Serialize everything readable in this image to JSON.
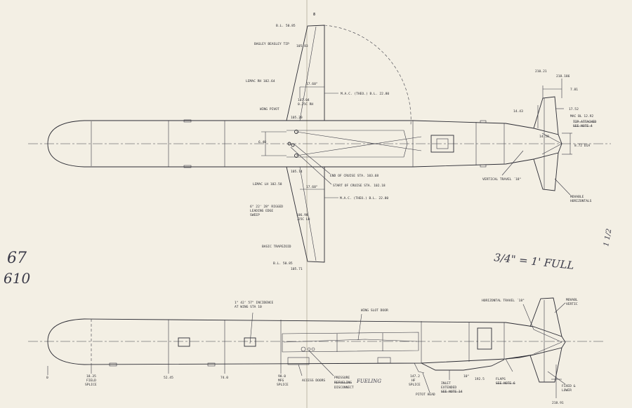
{
  "top_view": {
    "labels": {
      "tip_bl": "B.L. 50.85",
      "tip_name": "BAGLEY BEASLEY TIP",
      "tip_sta": "105.83",
      "lemac_rh": "LEMAC RH 102.64",
      "mac_top_dim": "17.60\"",
      "mac_top": "M.A.C. (THEO.) B.L. 22.80",
      "sta_107_top": "107.04",
      "pct25_top": "0.25C RH",
      "wing_pivot": "WING PIVOT",
      "sta_105_20": "105.20",
      "dim_6_40": "6.40",
      "sta_105_14": "105.14",
      "end_cruise": "END OF CRUISE STA. 103.68",
      "start_cruise": "START OF CRUISE STA. 102.18",
      "lemac_lh": "LEMAC LH 102.58",
      "mac_bot_dim": "17.60\"",
      "mac_bot": "M.A.C. (THEO.) B.L. 22.80",
      "sweep_1": "6° 22' 28\" RIGGED",
      "sweep_2": "LEADING EDGE",
      "sweep_3": "SWEEP",
      "sta_106_bot": "106.98",
      "pct25_bot": ".25C LH",
      "basic_trap": "BASIC TRAPEZOID",
      "root_bl": "B.L. 50.85",
      "root_sta": "105.71",
      "t_210_21": "210.21",
      "t_218_186": "218.186",
      "t_7_81": "7.81",
      "t_14_43": "14.43",
      "t_17_52": "17.52",
      "t_mac": "MAC BL 12.92",
      "t_struck_1": "TIP ATTACHED",
      "t_struck_2": "SEE NOTE 4",
      "t_14_58": "14.58",
      "t_dia": "8.72 DIA",
      "vert_travel": "VERTICAL TRAVEL ´18°",
      "movable_1": "MOVABLE",
      "movable_2": "HORIZONTALS"
    }
  },
  "side_view": {
    "labels": {
      "incidence_1": "1° 42' 57\" INCIDENCE",
      "incidence_2": "AT WING STA 10",
      "wing_slot": "WING SLOT DOOR",
      "horiz_travel": "HORIZONTAL TRAVEL ´18°",
      "movable_1": "MOVABL",
      "movable_2": "VERTIC",
      "sta_0": "0",
      "sta_18_35": "18.35",
      "field": "FIELD",
      "splice": "SPLICE",
      "sta_52_45": "52.45",
      "sta_74_0": "74.0",
      "sta_98_0": "98.0",
      "mfg": "MFG",
      "mfg_splice": "SPLICE",
      "access": "ACCESS DOORS",
      "pressure": "PRESSURE",
      "fueling": "FUELING",
      "struck_fueling": "REFUELING",
      "disconnect": "DISCONNECT",
      "sta_147": "147.2",
      "sta_147_sub": "HF",
      "sta_147_splice": "SPLICE",
      "pitot": "PITOT HEAD",
      "inlet_1": "INLET",
      "inlet_2": "EXTENDED",
      "inlet_struck": "SEE NOTE 14",
      "deg_10": "10°",
      "sta_192": "192.5",
      "flaps": "FLAPS",
      "flaps_struck": "SEE NOTE 6",
      "fixed_1": "FIXED &",
      "fixed_2": "LOWER",
      "sta_218": "218.91"
    }
  },
  "annotations": {
    "scale": "3/4\" = 1'   FULL",
    "margin_num": "67",
    "margin_num2": "610",
    "corner": "1 1/2",
    "top_mark": "8"
  }
}
